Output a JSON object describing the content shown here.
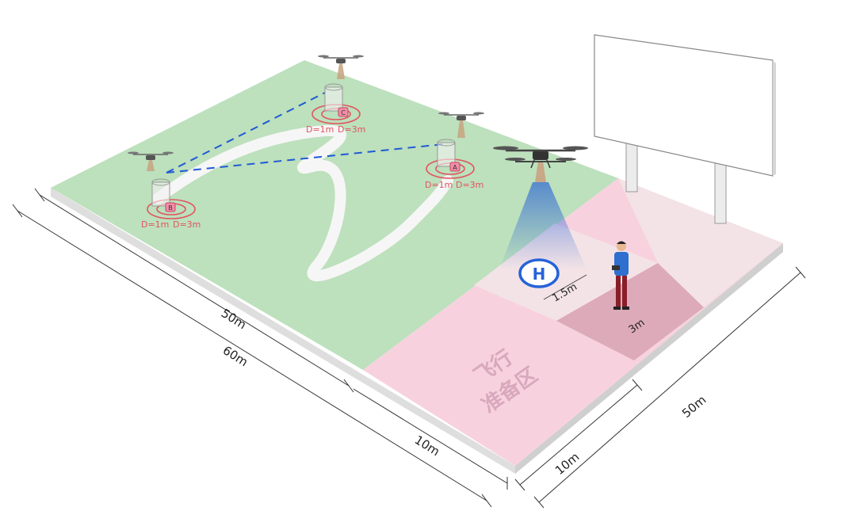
{
  "diagram": {
    "dimensions": {
      "left_inner": "50m",
      "left_outer": "60m",
      "bottom_left": "10m",
      "bottom_right": "10m",
      "right": "50m"
    },
    "markers": [
      {
        "letter": "A",
        "inner": "D=1m",
        "outer": "D=3m"
      },
      {
        "letter": "B",
        "inner": "D=1m",
        "outer": "D=3m"
      },
      {
        "letter": "C",
        "inner": "D=1m",
        "outer": "D=3m"
      }
    ],
    "zone": {
      "line1": "飞行",
      "line2": "准备区"
    },
    "landing_pad": {
      "symbol": "H",
      "size": "1.5m"
    },
    "pilot_area": {
      "size": "3m"
    },
    "colors": {
      "field_green": "#bde0bd",
      "zone_pink": "#f7d2de",
      "pale_pink": "#f3e3e6",
      "dark_pink": "#dcaab8",
      "route_blue": "#1f5ad6",
      "marker_red": "#e0555e",
      "pad_blue": "#2563d8"
    },
    "icons": [
      "drone-icon",
      "helipad-icon",
      "pilot-icon",
      "billboard-icon"
    ]
  }
}
